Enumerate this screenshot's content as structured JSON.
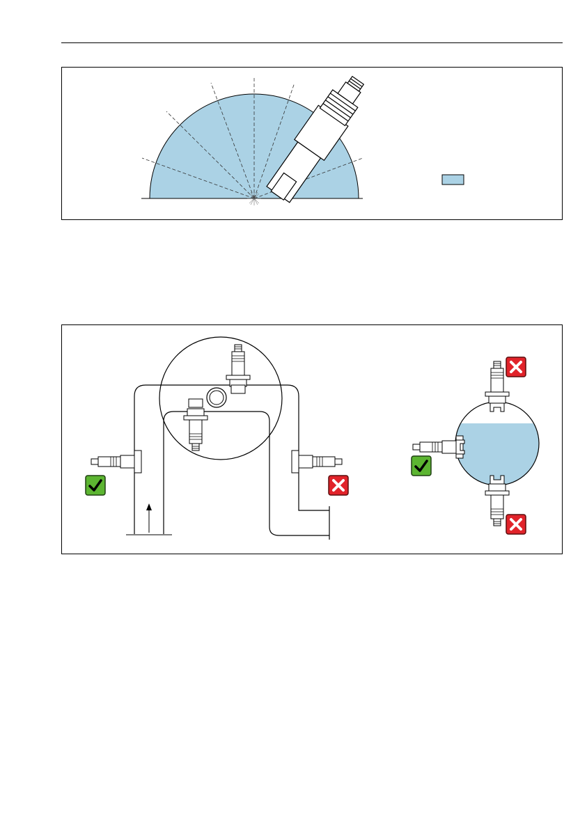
{
  "document": {
    "figures": [
      {
        "id": "installation-angle-figure",
        "legend_swatch_color": "#abd2e5"
      },
      {
        "id": "installation-position-figure",
        "status": {
          "ok": "check",
          "not_ok": "cross"
        },
        "colors": {
          "ok": "#5cb531",
          "not_ok": "#e1232a",
          "liquid": "#abd2e5"
        }
      }
    ]
  }
}
